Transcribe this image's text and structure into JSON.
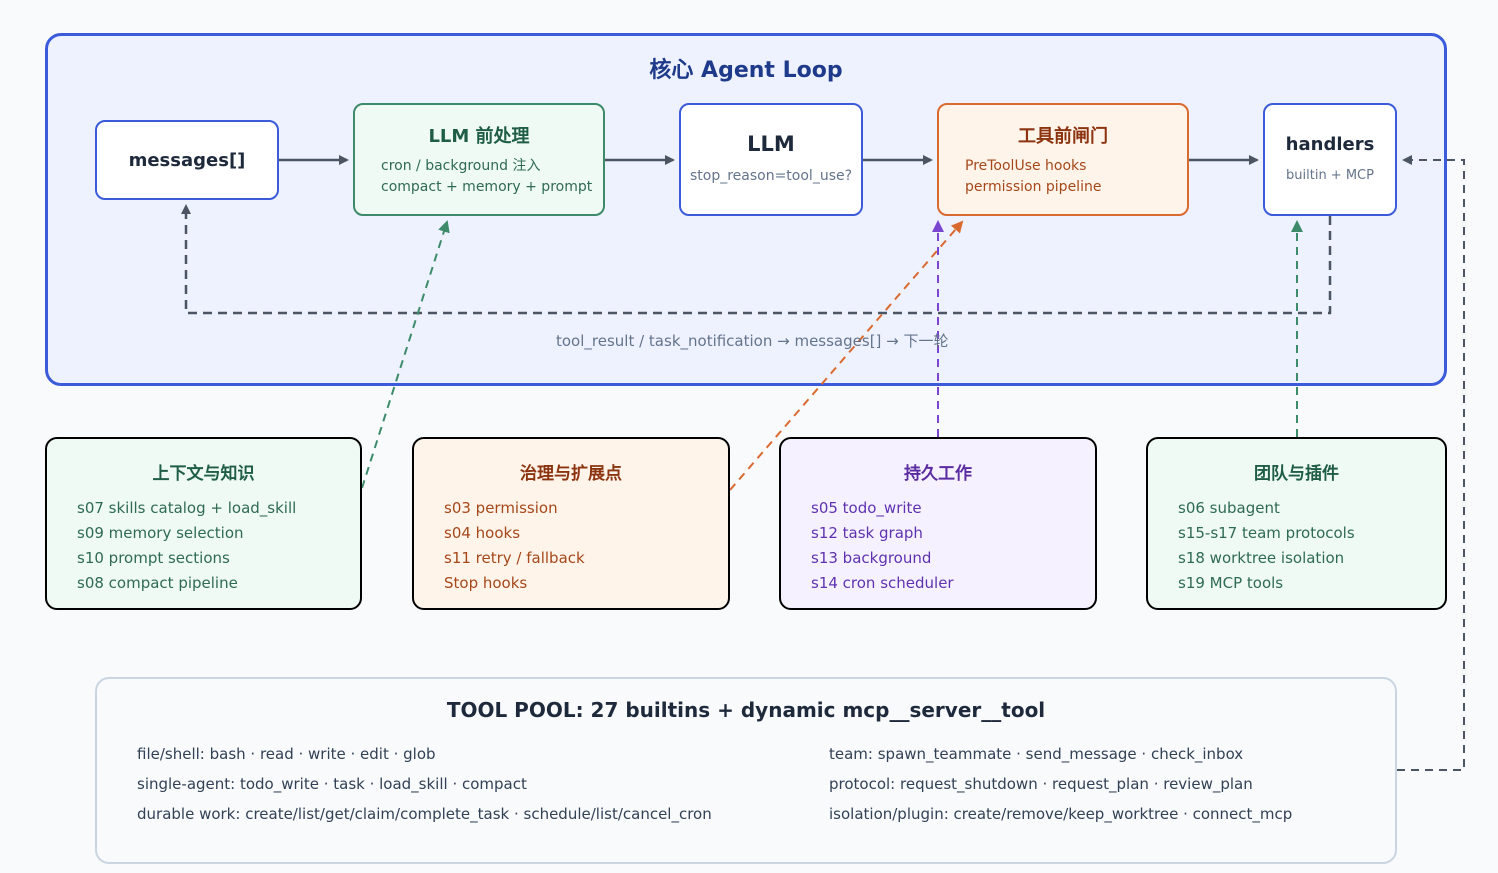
{
  "loop": {
    "title": "核心 Agent Loop",
    "messages": "messages[]",
    "pre": {
      "title": "LLM 前处理",
      "lines": [
        "cron / background 注入",
        "compact + memory + prompt"
      ]
    },
    "llm": {
      "title": "LLM",
      "sub": "stop_reason=tool_use?"
    },
    "gate": {
      "title": "工具前闸门",
      "lines": [
        "PreToolUse hooks",
        "permission pipeline"
      ]
    },
    "handlers": {
      "title": "handlers",
      "sub": "builtin + MCP"
    },
    "caption": "tool_result / task_notification → messages[] → 下一轮"
  },
  "cards": [
    {
      "title": "上下文与知识",
      "items": [
        "s07 skills catalog + load_skill",
        "s09 memory selection",
        "s10 prompt sections",
        "s08 compact pipeline"
      ]
    },
    {
      "title": "治理与扩展点",
      "items": [
        "s03 permission",
        "s04 hooks",
        "s11 retry / fallback",
        "Stop hooks"
      ]
    },
    {
      "title": "持久工作",
      "items": [
        "s05 todo_write",
        "s12 task graph",
        "s13 background",
        "s14 cron scheduler"
      ]
    },
    {
      "title": "团队与插件",
      "items": [
        "s06 subagent",
        "s15-s17 team protocols",
        "s18 worktree isolation",
        "s19 MCP tools"
      ]
    }
  ],
  "pool": {
    "title": "TOOL POOL: 27 builtins + dynamic mcp__server__tool",
    "left": [
      "file/shell: bash · read · write · edit · glob",
      "single-agent: todo_write · task · load_skill · compact",
      "durable work: create/list/get/claim/complete_task · schedule/list/cancel_cron"
    ],
    "right": [
      "team: spawn_teammate · send_message · check_inbox",
      "protocol: request_shutdown · request_plan · review_plan",
      "isolation/plugin: create/remove/keep_worktree · connect_mcp"
    ]
  },
  "colors": {
    "loop_border": "#3b5bdb",
    "arrow": "#4b5563",
    "green": "#3d8b6a",
    "orange": "#d96a30",
    "purple": "#7a45d0"
  }
}
